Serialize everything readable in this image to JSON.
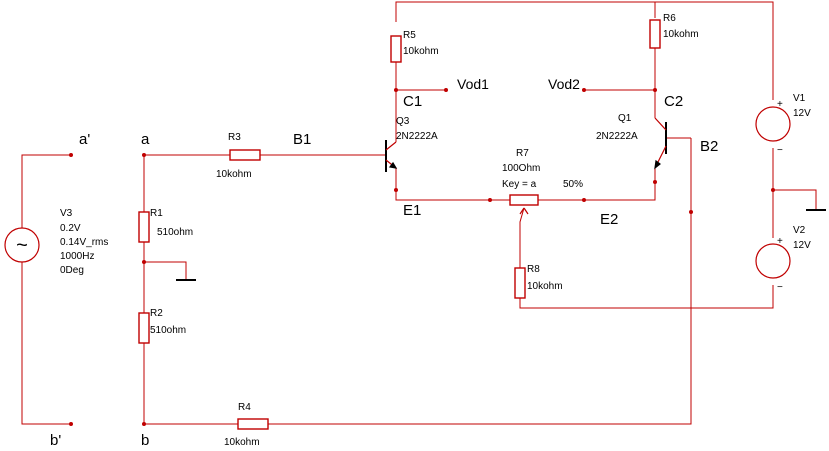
{
  "nodes": {
    "a_prime": "a'",
    "b_prime": "b'",
    "a": "a",
    "b": "b",
    "B1": "B1",
    "B2": "B2",
    "C1": "C1",
    "C2": "C2",
    "E1": "E1",
    "E2": "E2",
    "Vod1": "Vod1",
    "Vod2": "Vod2"
  },
  "components": {
    "V3": {
      "name": "V3",
      "lines": [
        "0.2V",
        "0.14V_rms",
        "1000Hz",
        "0Deg"
      ]
    },
    "V1": {
      "name": "V1",
      "value": "12V"
    },
    "V2": {
      "name": "V2",
      "value": "12V"
    },
    "R1": {
      "name": "R1",
      "value": "510ohm"
    },
    "R2": {
      "name": "R2",
      "value": "510ohm"
    },
    "R3": {
      "name": "R3",
      "value": "10kohm"
    },
    "R4": {
      "name": "R4",
      "value": "10kohm"
    },
    "R5": {
      "name": "R5",
      "value": "10kohm"
    },
    "R6": {
      "name": "R6",
      "value": "10kohm"
    },
    "R8": {
      "name": "R8",
      "value": "10kohm"
    },
    "R7": {
      "name": "R7",
      "value": "100Ohm",
      "key": "Key = a",
      "percent": "50%"
    },
    "Q3": {
      "name": "Q3",
      "model": "2N2222A"
    },
    "Q1": {
      "name": "Q1",
      "model": "2N2222A"
    }
  },
  "symbols": {
    "plus": "+",
    "minus": "−",
    "tilde": "~"
  },
  "colors": {
    "wire": "#c00000",
    "text": "#000000",
    "background": "#ffffff"
  }
}
